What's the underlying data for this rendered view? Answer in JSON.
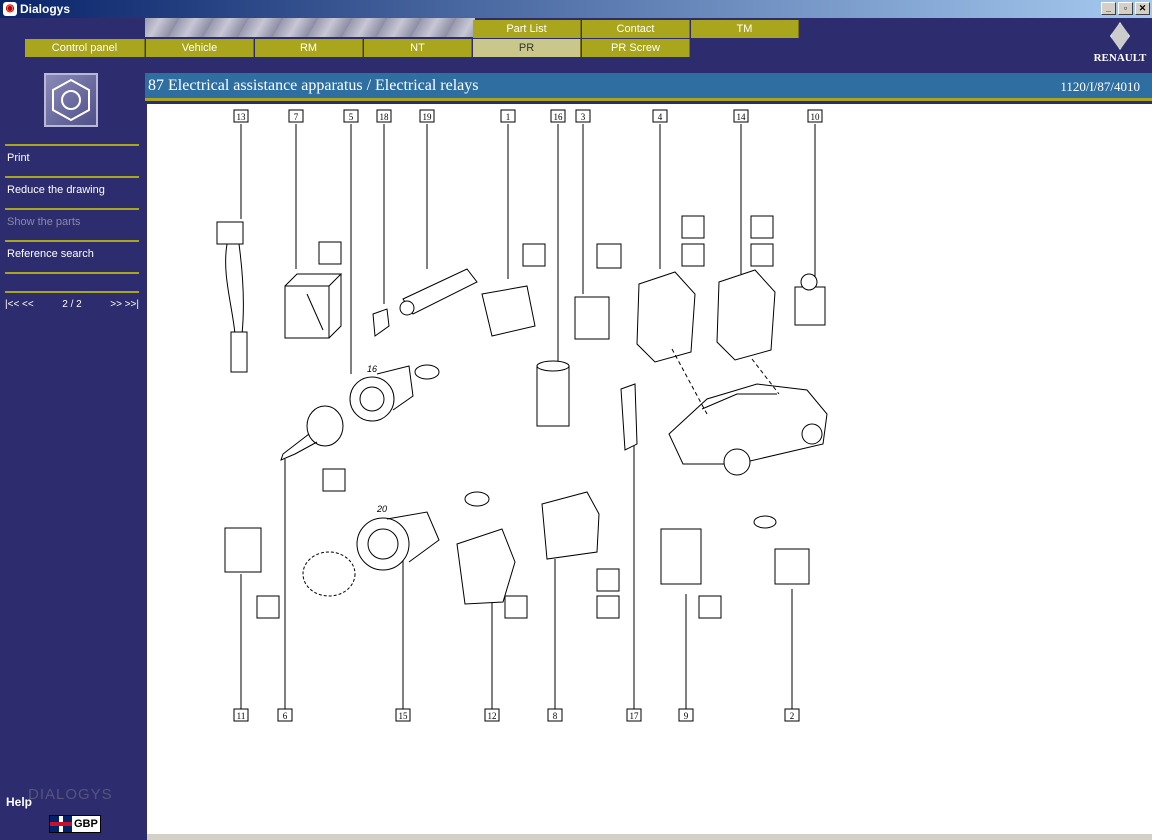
{
  "window": {
    "title": "Dialogys",
    "controls": [
      "_",
      "▫",
      "✕"
    ]
  },
  "header": {
    "top_tabs": [
      "Part List",
      "Contact",
      "TM"
    ],
    "nav_tabs": [
      "Control panel",
      "Vehicle",
      "RM",
      "NT",
      "PR",
      "PR Screw"
    ],
    "active_tab": "PR",
    "brand": "RENAULT"
  },
  "sidebar": {
    "items": [
      "Print",
      "Reduce the drawing",
      "Show the parts",
      "Reference search"
    ],
    "pager": {
      "first_prev": "|<< <<",
      "page": "2 / 2",
      "next_last": ">> >>|"
    },
    "help": "Help",
    "mark": "DIALOGYS",
    "currency": "GBP"
  },
  "content": {
    "title": "87 Electrical assistance apparatus / Electrical relays",
    "reference": "1120/I/87/4010"
  },
  "drawing": {
    "top_labels": [
      "13",
      "7",
      "5",
      "18",
      "19",
      "1",
      "16",
      "3",
      "4",
      "14",
      "10"
    ],
    "bottom_labels": [
      "11",
      "6",
      "15",
      "12",
      "8",
      "17",
      "9",
      "2"
    ],
    "dimension_labels": [
      "16",
      "20"
    ]
  }
}
